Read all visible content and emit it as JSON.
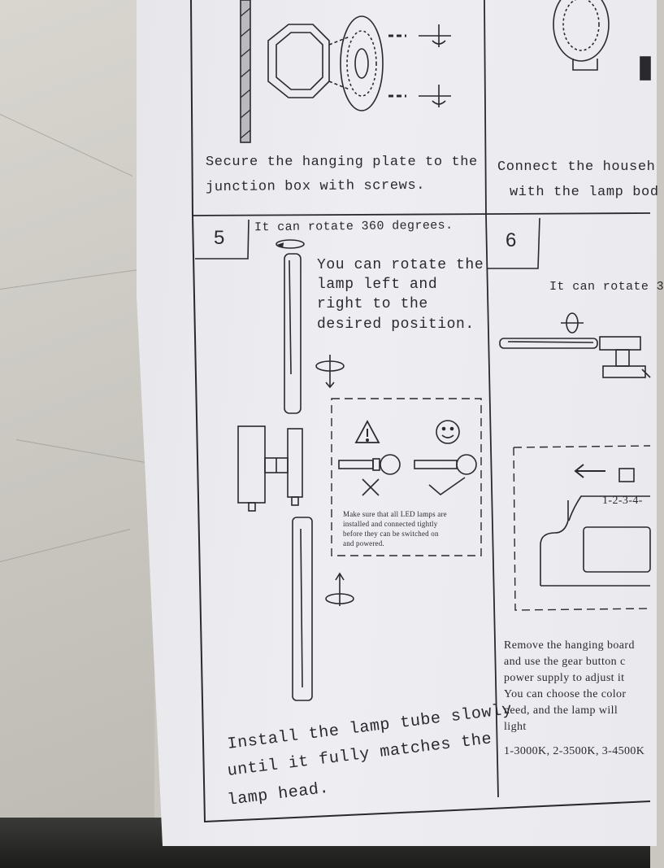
{
  "step_top_left_caption": [
    "Secure the hanging plate to the",
    "junction box with screws."
  ],
  "step_top_right_caption": [
    "Connect the househ",
    "with the lamp bod"
  ],
  "step5": {
    "number": "5",
    "rotate_note": "It can rotate 360 degrees.",
    "rotate_text": [
      "You can rotate the",
      "lamp left and",
      "right to the",
      "desired position."
    ],
    "warning_text": [
      "Make sure that all LED lamps are",
      "installed and connected tightly",
      "before they can be switched on",
      "and powered."
    ],
    "install_text": [
      "Install the lamp tube slowly",
      "until it fully matches the",
      "lamp head."
    ]
  },
  "step6": {
    "number": "6",
    "rotate_note": "It can rotate 3",
    "dial_label": "1-2-3-4-",
    "remove_text": [
      "Remove the hanging board",
      "and use the gear button c",
      "power supply to adjust it",
      "You can choose the color",
      "need, and the lamp will",
      "light"
    ],
    "color_temps": "1-3000K, 2-3500K, 3-4500K"
  },
  "colors": {
    "ink": "#2a2a2e",
    "paper": "#ecebf0",
    "desk": "#cfcdc6"
  },
  "icons": [
    "warning-icon",
    "smiley-icon",
    "cross-mark-icon",
    "check-mark-icon",
    "rotate-arrow-icon",
    "left-arrow-icon"
  ]
}
